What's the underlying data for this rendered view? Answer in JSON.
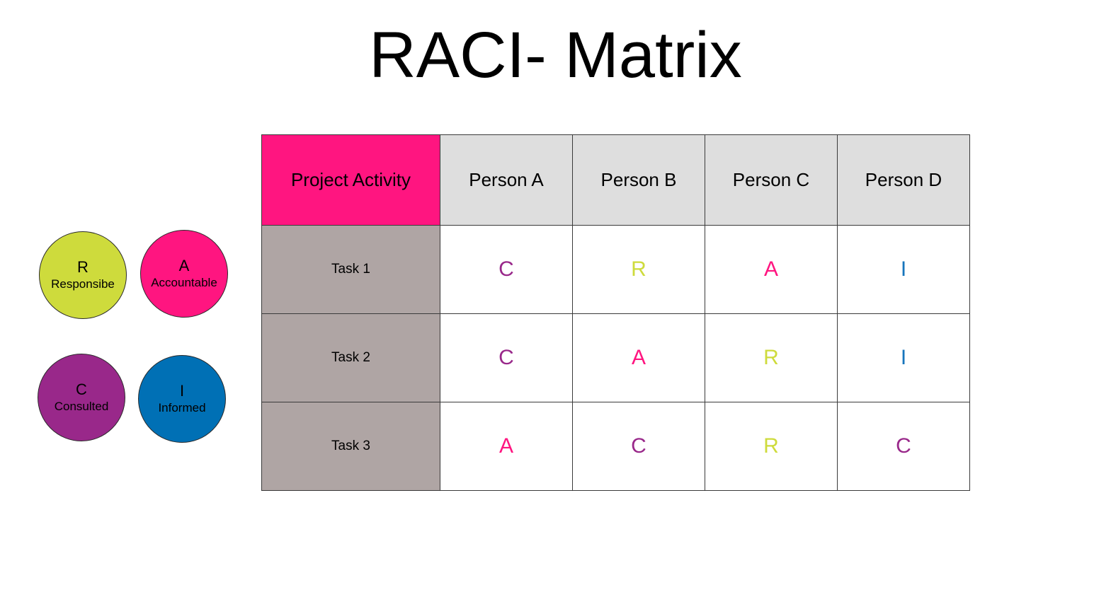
{
  "title": "RACI- Matrix",
  "legend": {
    "items": [
      {
        "letter": "R",
        "word": "Responsibe",
        "color": "#CEDB3C",
        "position": "pos-tl"
      },
      {
        "letter": "A",
        "word": "Accountable",
        "color": "#FF1580",
        "position": "pos-tr"
      },
      {
        "letter": "C",
        "word": "Consulted",
        "color": "#99288A",
        "position": "pos-bl"
      },
      {
        "letter": "I",
        "word": "Informed",
        "color": "#0070B5",
        "position": "pos-br"
      }
    ]
  },
  "matrix": {
    "headers": [
      "Project Activity",
      "Person A",
      "Person B",
      "Person C",
      "Person D"
    ],
    "header_colors": {
      "activity": "#FF1580",
      "person": "#DEDEDE"
    },
    "task_cell_color": "#AFA5A4",
    "rows": [
      {
        "task": "Task 1",
        "values": [
          "C",
          "R",
          "A",
          "I"
        ]
      },
      {
        "task": "Task 2",
        "values": [
          "C",
          "A",
          "R",
          "I"
        ]
      },
      {
        "task": "Task 3",
        "values": [
          "A",
          "C",
          "R",
          "C"
        ]
      }
    ],
    "value_colors": {
      "R": "#CEDB3C",
      "A": "#FF1580",
      "C": "#99288A",
      "I": "#1775BC"
    }
  }
}
